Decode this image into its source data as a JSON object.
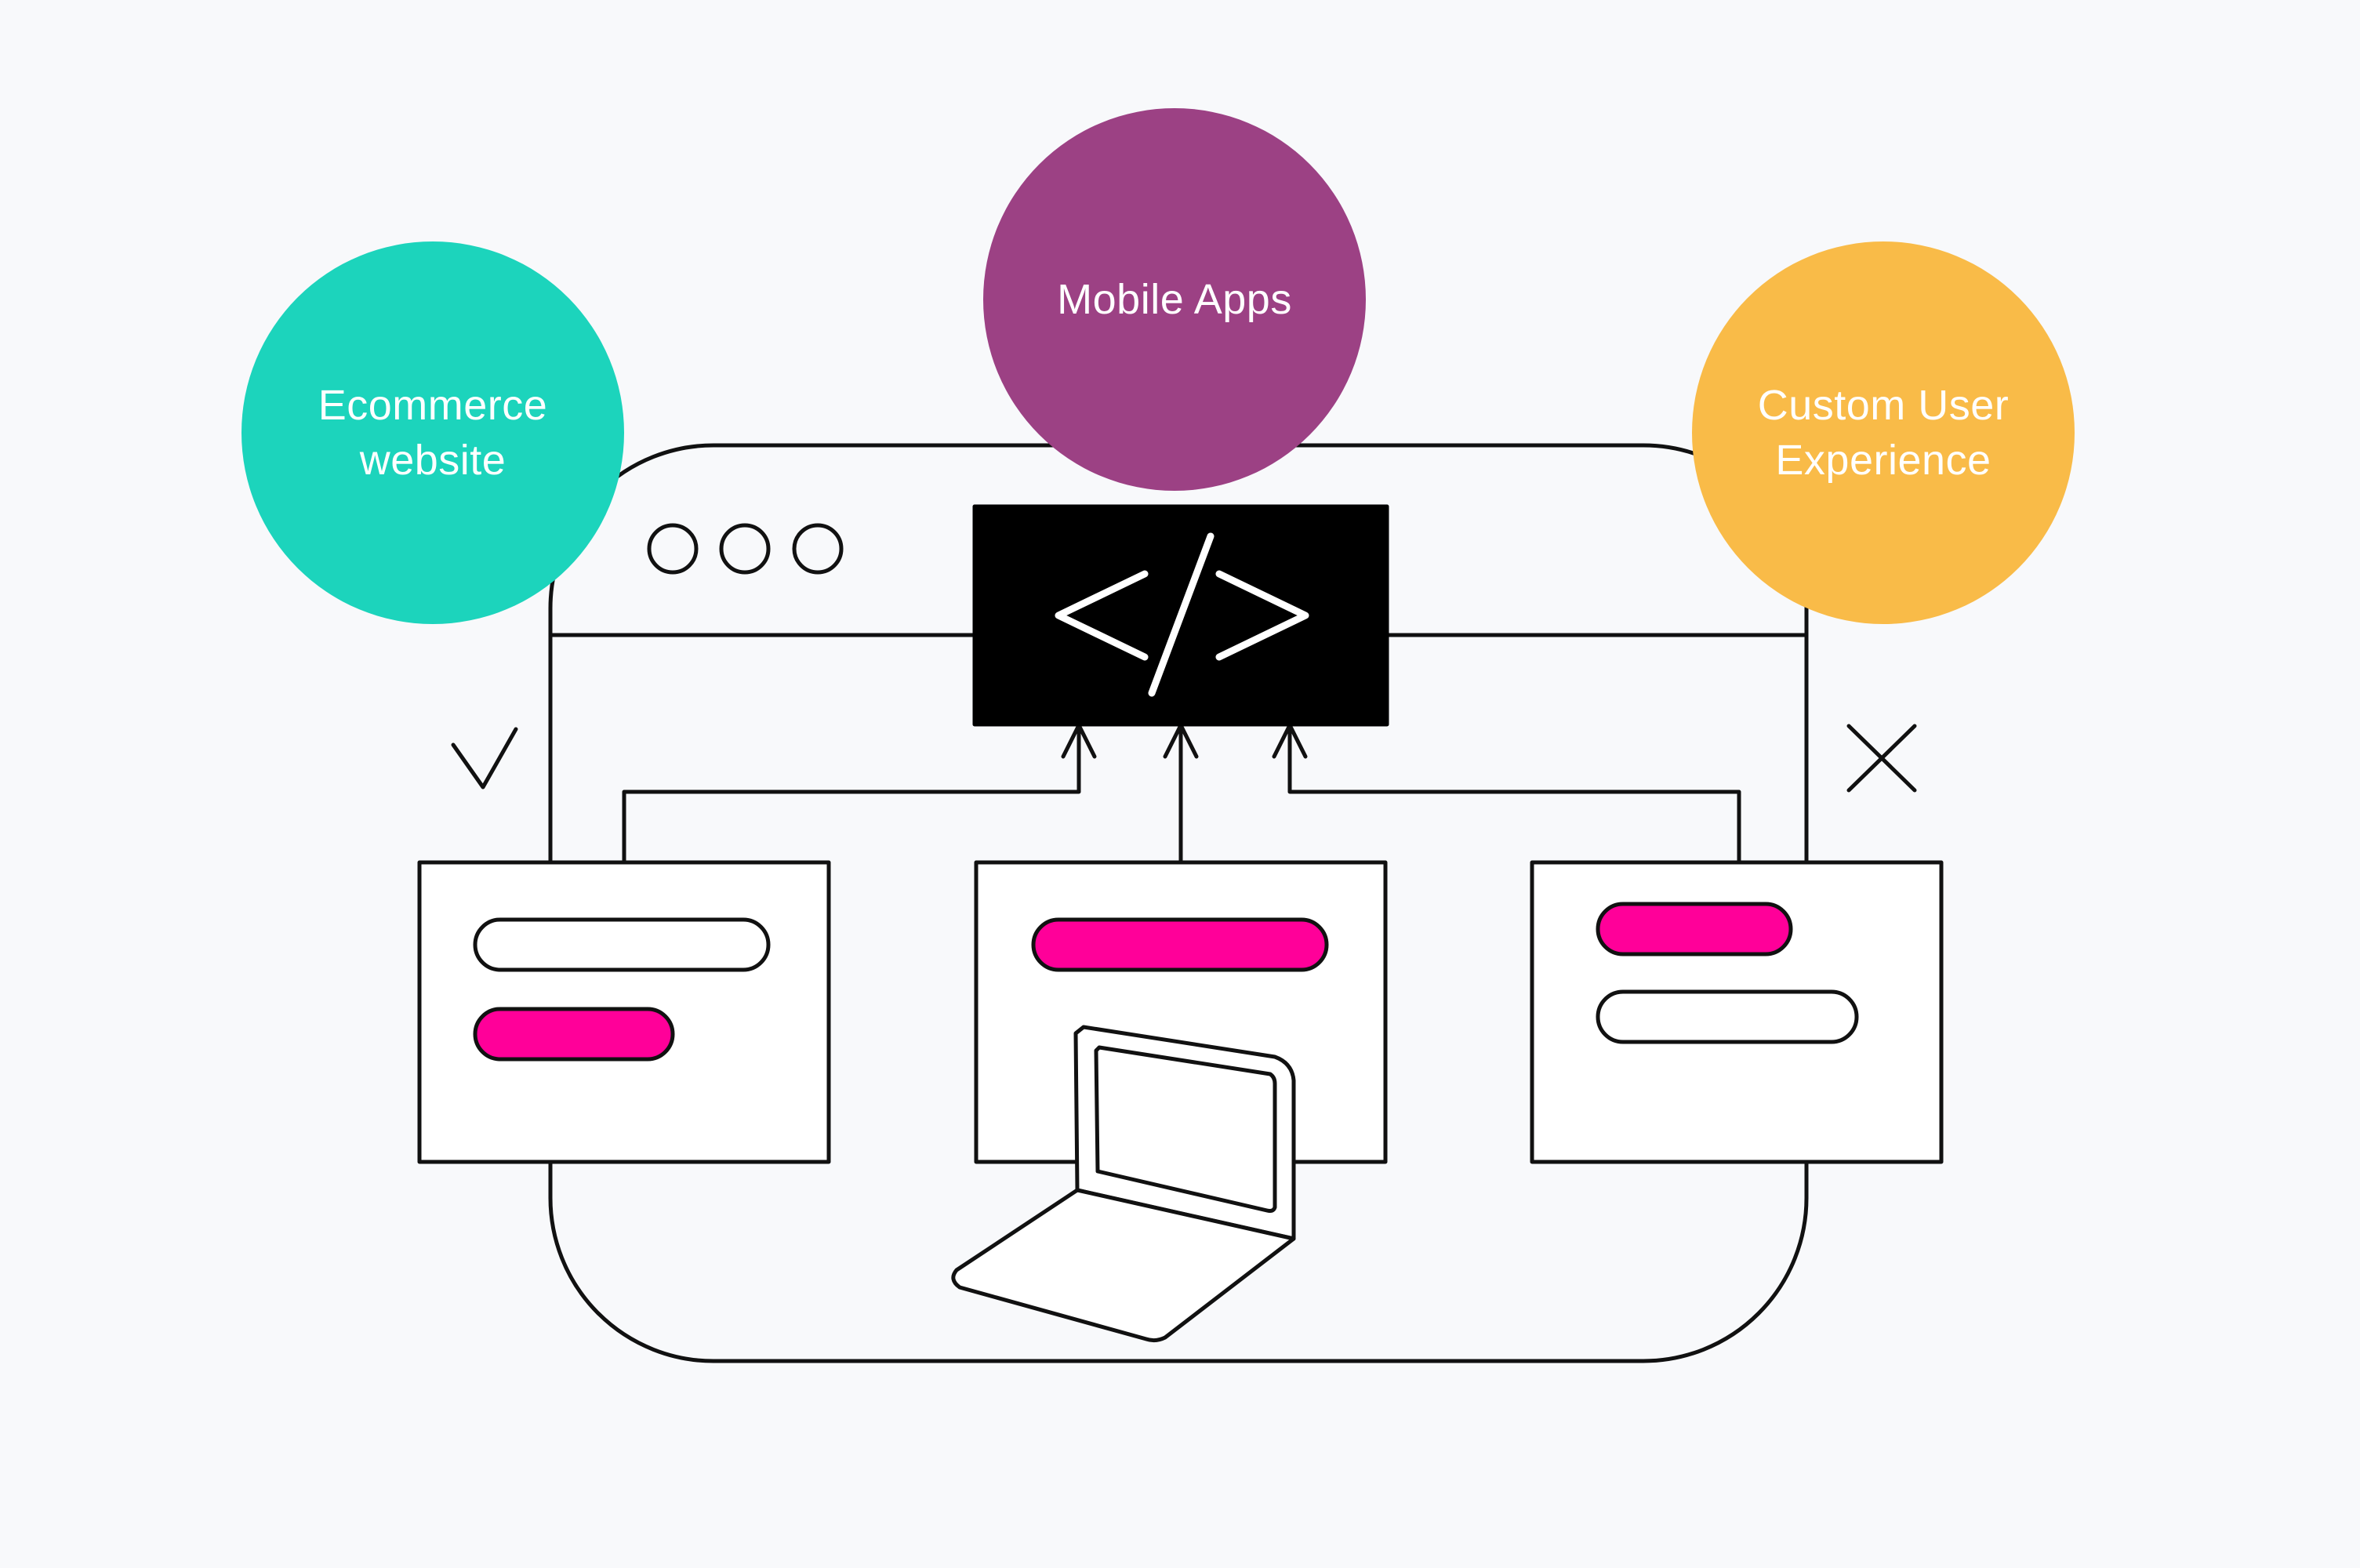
{
  "services": [
    {
      "key": "ecommerce",
      "label": "Ecommerce\nwebsite",
      "color": "#1cd4bc"
    },
    {
      "key": "mobile",
      "label": "Mobile Apps",
      "color": "#9c4184"
    },
    {
      "key": "custom-ux",
      "label": "Custom User\nExperience",
      "color": "#f9bb48"
    }
  ],
  "colors": {
    "background": "#f8f9fb",
    "stroke": "#111111",
    "accent_pill": "#ff0099",
    "code_panel": "#000000",
    "card_fill": "#ffffff"
  },
  "icons": {
    "browser_dots": "window-control-dots",
    "code": "code-brackets-icon",
    "approve": "check-icon",
    "reject": "cross-icon",
    "device": "laptop-icon"
  }
}
